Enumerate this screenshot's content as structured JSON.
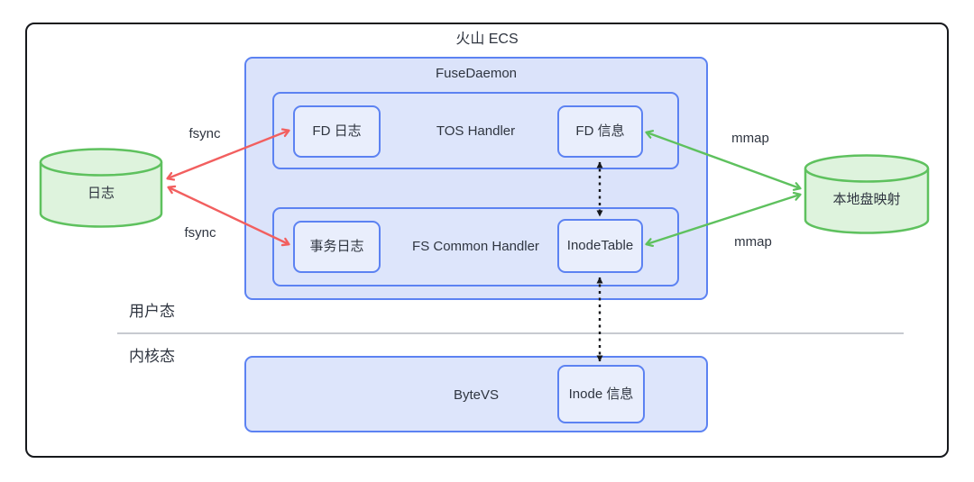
{
  "title": "火山 ECS",
  "fuse_daemon": {
    "label": "FuseDaemon",
    "tos_handler": {
      "label": "TOS Handler",
      "fd_log": "FD 日志",
      "fd_info": "FD 信息"
    },
    "fs_common_handler": {
      "label": "FS Common Handler",
      "tx_log": "事务日志",
      "inode_table": "InodeTable"
    }
  },
  "bytevs": {
    "label": "ByteVS",
    "inode_info": "Inode 信息"
  },
  "storage": {
    "log_cylinder": "日志",
    "local_disk_cylinder": "本地盘映射"
  },
  "zones": {
    "user_mode": "用户态",
    "kernel_mode": "内核态"
  },
  "edges": {
    "fsync_top": "fsync",
    "fsync_bottom": "fsync",
    "mmap_top": "mmap",
    "mmap_bottom": "mmap"
  },
  "colors": {
    "box_border_blue": "#5c82f2",
    "box_fill_blue": "#dbe3fa",
    "inner_fill_blue": "#e9eefc",
    "cylinder_border_green": "#5ec15e",
    "cylinder_fill_green": "#def3dd",
    "arrow_red": "#f25f5f",
    "arrow_green": "#5ec15e",
    "arrow_black": "#16181c",
    "divider_gray": "#c7cad0",
    "text": "#2f3540"
  }
}
